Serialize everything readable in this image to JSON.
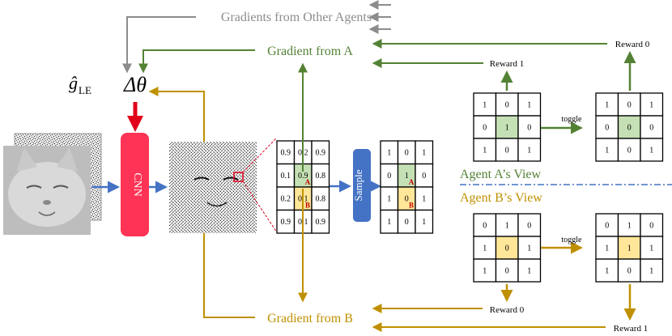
{
  "colors": {
    "green": "#548235",
    "gold": "#BF9000",
    "gray": "#8C8C8C",
    "blue": "#4472C4",
    "red": "#E0001B",
    "cnn_fill": "#FF3355",
    "sample_fill": "#4472C4",
    "cell_green": "#C5E0B4",
    "cell_yellow": "#FFE699",
    "dashed_line": "#4472C4"
  },
  "labels": {
    "gradients_other": "Gradients from Other Agents",
    "gradient_from_a": "Gradient from A",
    "gradient_from_b": "Gradient from B",
    "agent_a_view": "Agent A’s View",
    "agent_b_view": "Agent B’s View",
    "g_le_symbol": "ĝ",
    "g_le_subscript": "LE",
    "delta_theta": "Δθ",
    "cnn": "CNN",
    "sample": "Sample",
    "toggle_a": "toggle",
    "toggle_b": "toggle",
    "reward_a_before": "Reward 1",
    "reward_a_after": "Reward 0",
    "reward_b_before": "Reward 0",
    "reward_b_after": "Reward 1"
  },
  "probability_grid": [
    [
      "0.9",
      "0.2",
      "0.9"
    ],
    [
      "0.1",
      "0.9",
      "0.8"
    ],
    [
      "0.2",
      "0.1",
      "0.8"
    ],
    [
      "0.9",
      "0.1",
      "0.9"
    ]
  ],
  "sampled_grid": [
    [
      "1",
      "0",
      "1"
    ],
    [
      "0",
      "1",
      "0"
    ],
    [
      "1",
      "0",
      "1"
    ],
    [
      "1",
      "0",
      "1"
    ]
  ],
  "agent_markers": {
    "a": "A",
    "b": "B"
  },
  "agent_a_before": [
    [
      "1",
      "0",
      "1"
    ],
    [
      "0",
      "1",
      "0"
    ],
    [
      "1",
      "0",
      "1"
    ]
  ],
  "agent_a_after": [
    [
      "1",
      "0",
      "1"
    ],
    [
      "0",
      "0",
      "0"
    ],
    [
      "1",
      "0",
      "1"
    ]
  ],
  "agent_b_before": [
    [
      "0",
      "1",
      "0"
    ],
    [
      "1",
      "0",
      "1"
    ],
    [
      "1",
      "0",
      "1"
    ]
  ],
  "agent_b_after": [
    [
      "0",
      "1",
      "0"
    ],
    [
      "1",
      "1",
      "1"
    ],
    [
      "1",
      "0",
      "1"
    ]
  ]
}
